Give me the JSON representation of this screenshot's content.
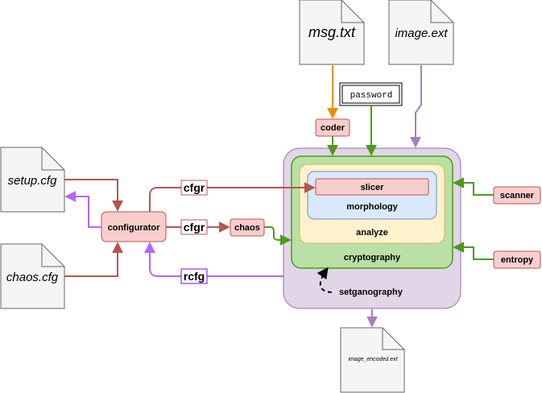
{
  "files": {
    "msg": "msg.txt",
    "image": "image.ext",
    "setup": "setup.cfg",
    "chaos_cfg": "chaos.cfg",
    "encoded": "image_encoded.ext"
  },
  "password": "password",
  "nodes": {
    "coder": "coder",
    "configurator": "configurator",
    "chaos": "chaos",
    "scanner": "scanner",
    "entropy": "entropy",
    "slicer": "slicer",
    "morphology": "morphology",
    "analyze": "analyze",
    "cryptography": "cryptography",
    "setganography": "setganography"
  },
  "edge_labels": {
    "cfgr_top": "cfgr",
    "cfgr_mid": "cfgr",
    "rcfg": "rcfg"
  },
  "colors": {
    "orange": "#f08c00",
    "green": "#4d9a1a",
    "purple_line": "#a67fbf",
    "violet": "#b266ff",
    "red": "#b85450",
    "pink_fill": "#f8cecc",
    "green_fill": "#b9e0a5",
    "yellow_fill": "#fff2cc",
    "blue_fill": "#dae8fc",
    "purple_fill": "#e1d5e7"
  }
}
